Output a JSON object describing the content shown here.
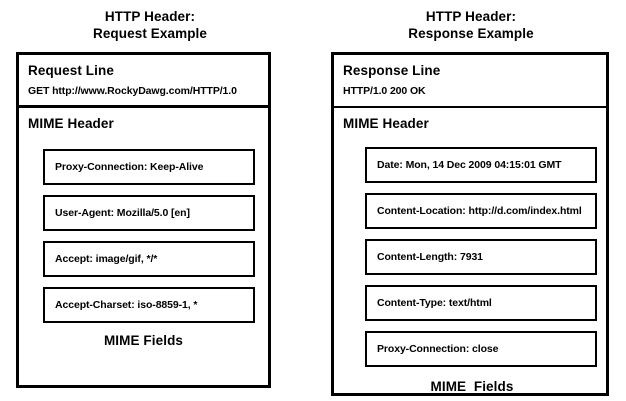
{
  "diagram": {
    "left": {
      "title": "HTTP Header:\nRequest Example",
      "start_line_label": "Request Line",
      "start_line_value": "GET http://www.RockyDawg.com/HTTP/1.0",
      "mime_header_label": "MIME Header",
      "fields_caption": "MIME Fields",
      "fields": [
        "Proxy-Connection: Keep-Alive",
        "User-Agent: Mozilla/5.0 [en]",
        "Accept: image/gif, */*",
        "Accept-Charset:  iso-8859-1, *"
      ]
    },
    "right": {
      "title": "HTTP Header:\nResponse Example",
      "start_line_label": "Response Line",
      "start_line_value": "HTTP/1.0 200 OK",
      "mime_header_label": "MIME Header",
      "fields_caption": "MIME  Fields",
      "fields": [
        "Date: Mon, 14 Dec 2009 04:15:01 GMT",
        "Content-Location: http://d.com/index.html",
        "Content-Length: 7931",
        "Content-Type: text/html",
        "Proxy-Connection: close"
      ]
    }
  },
  "colors": {
    "border": "#000000",
    "background": "#ffffff",
    "text": "#000000"
  }
}
